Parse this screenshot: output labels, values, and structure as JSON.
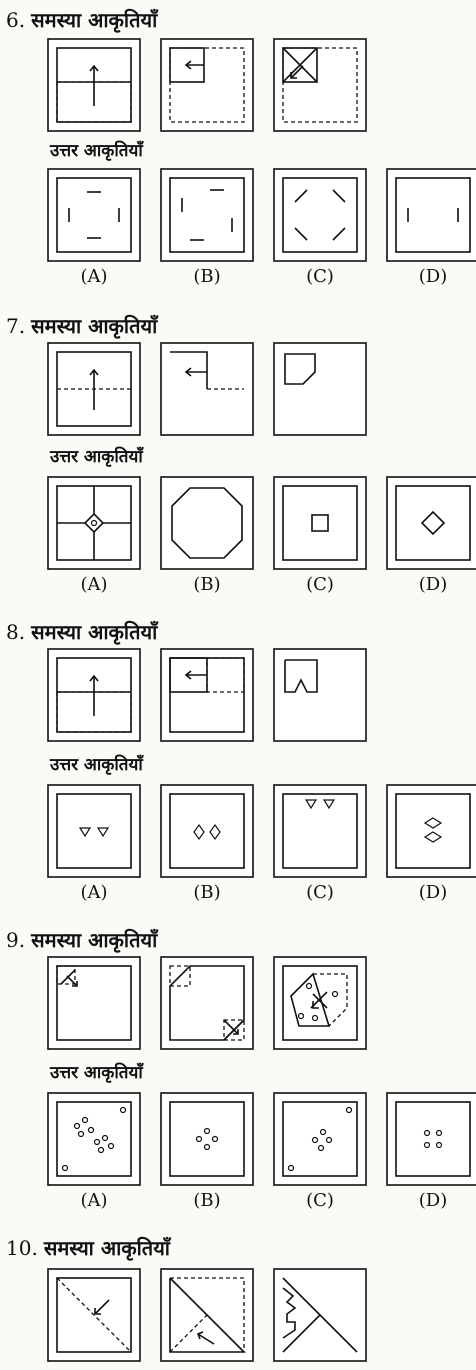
{
  "questions": [
    {
      "number": "6.",
      "problem_heading": "समस्या आकृतियाँ",
      "answer_heading": "उत्तर आकृतियाँ",
      "options": [
        "(A)",
        "(B)",
        "(C)",
        "(D)"
      ]
    },
    {
      "number": "7.",
      "problem_heading": "समस्या आकृतियाँ",
      "answer_heading": "उत्तर आकृतियाँ",
      "options": [
        "(A)",
        "(B)",
        "(C)",
        "(D)"
      ]
    },
    {
      "number": "8.",
      "problem_heading": "समस्या आकृतियाँ",
      "answer_heading": "उत्तर आकृतियाँ",
      "options": [
        "(A)",
        "(B)",
        "(C)",
        "(D)"
      ]
    },
    {
      "number": "9.",
      "problem_heading": "समस्या आकृतियाँ",
      "answer_heading": "उत्तर आकृतियाँ",
      "options": [
        "(A)",
        "(B)",
        "(C)",
        "(D)"
      ]
    },
    {
      "number": "10.",
      "problem_heading": "समस्या आकृतियाँ"
    }
  ]
}
